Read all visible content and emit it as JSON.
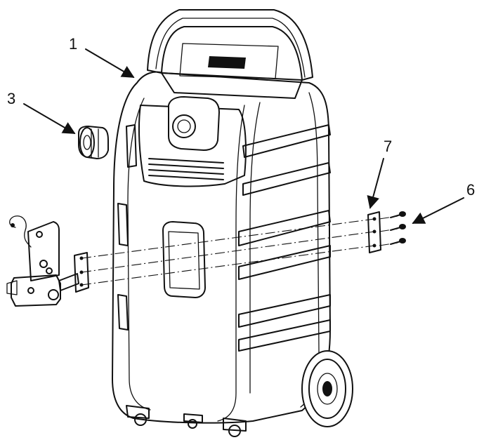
{
  "callouts": [
    {
      "id": "1",
      "label": "1"
    },
    {
      "id": "3",
      "label": "3"
    },
    {
      "id": "6",
      "label": "6"
    },
    {
      "id": "7",
      "label": "7"
    }
  ],
  "colors": {
    "ink": "#111111",
    "background": "#ffffff"
  }
}
